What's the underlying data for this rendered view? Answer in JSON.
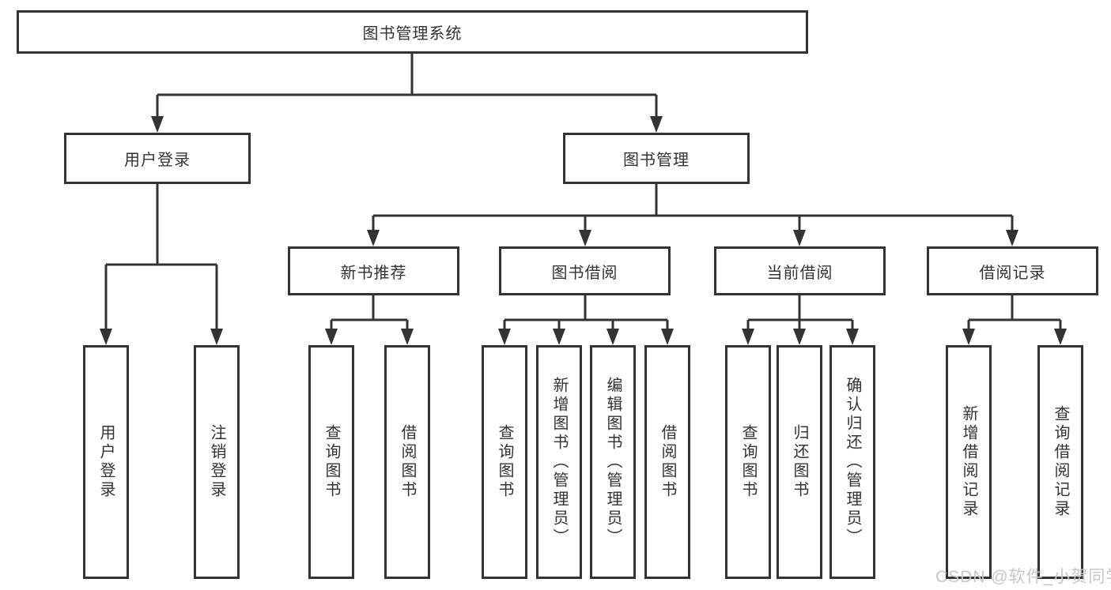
{
  "watermark": "CSDN @软件_小贺同学",
  "colors": {
    "line": "#333333",
    "text": "#333333",
    "box_background": "#ffffff",
    "page_background": "#ffffff",
    "watermark": "#c7c7c7"
  },
  "tree": {
    "root": {
      "label": "图书管理系统"
    },
    "branches": [
      {
        "label": "用户登录",
        "children": [
          {
            "label": "用户登录"
          },
          {
            "label": "注销登录"
          }
        ]
      },
      {
        "label": "图书管理",
        "children": [
          {
            "label": "新书推荐",
            "children": [
              {
                "label": "查询图书"
              },
              {
                "label": "借阅图书"
              }
            ]
          },
          {
            "label": "图书借阅",
            "children": [
              {
                "label": "查询图书"
              },
              {
                "label": "新增图书（管理员）"
              },
              {
                "label": "编辑图书（管理员）"
              },
              {
                "label": "借阅图书"
              }
            ]
          },
          {
            "label": "当前借阅",
            "children": [
              {
                "label": "查询图书"
              },
              {
                "label": "归还图书"
              },
              {
                "label": "确认归还（管理员）"
              }
            ]
          },
          {
            "label": "借阅记录",
            "children": [
              {
                "label": "新增借阅记录"
              },
              {
                "label": "查询借阅记录"
              }
            ]
          }
        ]
      }
    ]
  }
}
